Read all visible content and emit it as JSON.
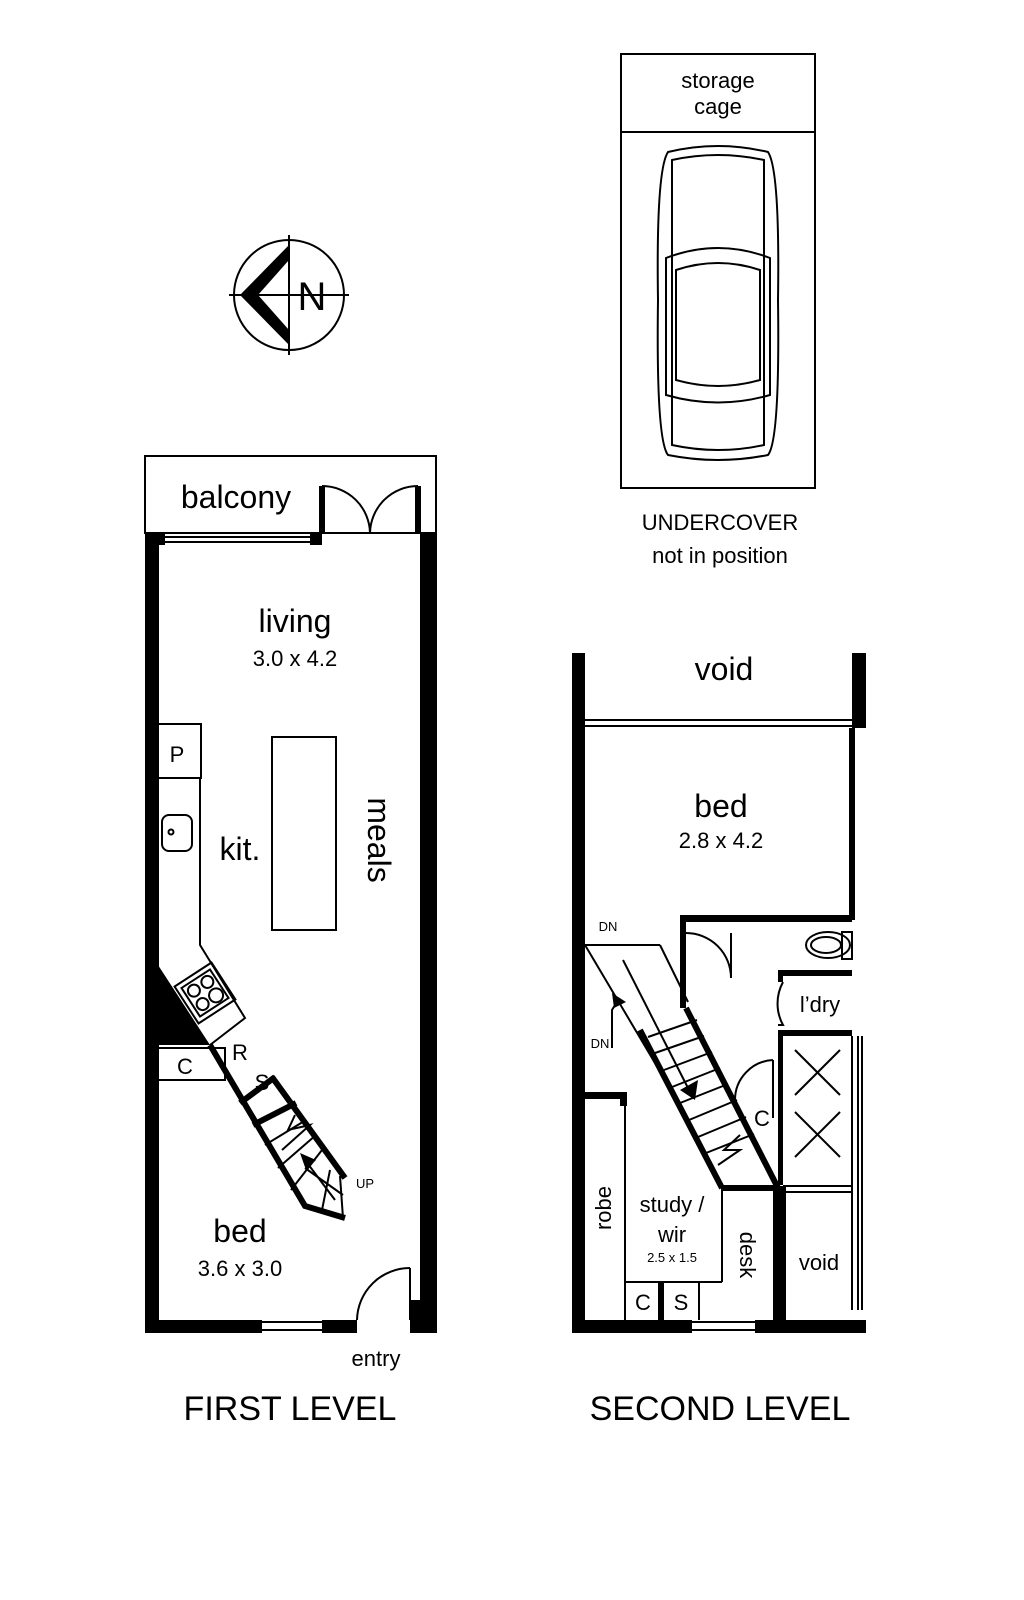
{
  "north": {
    "label": "N"
  },
  "garage": {
    "storage_line1": "storage",
    "storage_line2": "cage",
    "caption_line1": "UNDERCOVER",
    "caption_line2": "not in position"
  },
  "first_level": {
    "title": "FIRST LEVEL",
    "rooms": {
      "balcony": "balcony",
      "living": "living",
      "living_dim": "3.0 x 4.2",
      "pantry": "P",
      "kitchen": "kit.",
      "meals": "meals",
      "cupboard": "C",
      "fridge": "R",
      "storage": "S",
      "stairs_up": "UP",
      "bed": "bed",
      "bed_dim": "3.6 x 3.0",
      "entry": "entry"
    }
  },
  "second_level": {
    "title": "SECOND LEVEL",
    "rooms": {
      "void_top": "void",
      "bed": "bed",
      "bed_dim": "2.8 x 4.2",
      "dn_top": "DN",
      "dn_side": "DN",
      "laundry": "l’dry",
      "cupboard_hall": "C",
      "robe": "robe",
      "study_line1": "study /",
      "study_line2": "wir",
      "study_dim": "2.5 x 1.5",
      "desk": "desk",
      "void_side": "void",
      "cupboard": "C",
      "storage": "S"
    }
  }
}
